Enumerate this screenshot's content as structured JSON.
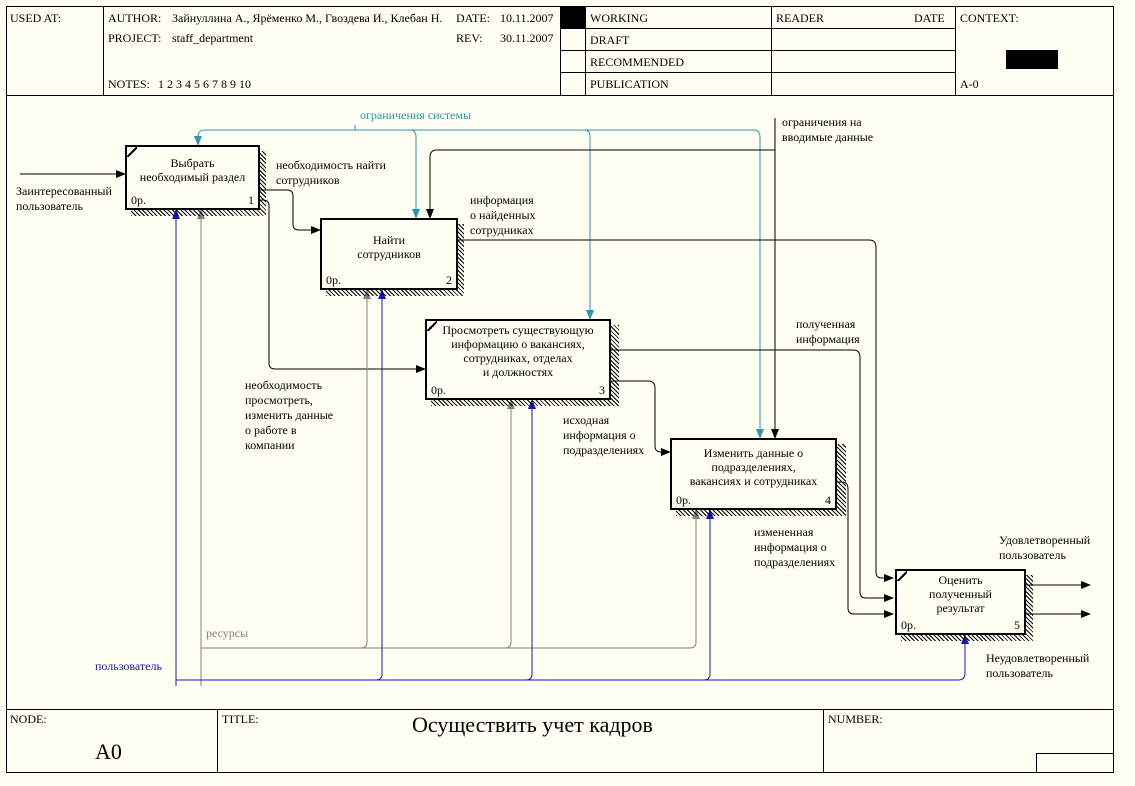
{
  "header": {
    "used_at": "USED AT:",
    "author_label": "AUTHOR:",
    "author_value": "Зайнуллина А., Ярёменко М., Гвоздева И., Клебан Н.",
    "project_label": "PROJECT:",
    "project_value": "staff_department",
    "notes_label": "NOTES:",
    "notes_value": "1  2  3  4  5  6  7  8  9  10",
    "date_label": "DATE:",
    "date_value": "10.11.2007",
    "rev_label": "REV:",
    "rev_value": "30.11.2007",
    "status": [
      "WORKING",
      "DRAFT",
      "RECOMMENDED",
      "PUBLICATION"
    ],
    "reader_label": "READER",
    "reader_date_label": "DATE",
    "context_label": "CONTEXT:",
    "context_node": "A-0"
  },
  "footer": {
    "node_label": "NODE:",
    "node_value": "A0",
    "title_label": "TITLE:",
    "title_value": "Осуществить учет кадров",
    "number_label": "NUMBER:"
  },
  "boxes": [
    {
      "title": "Выбрать\nнеобходимый раздел",
      "cost": "0р.",
      "num": "1"
    },
    {
      "title": "Найти\nсотрудников",
      "cost": "0р.",
      "num": "2"
    },
    {
      "title": "Просмотреть существующую\nинформацию о вакансиях,\nсотрудниках, отделах\nи должностях",
      "cost": "0р.",
      "num": "3"
    },
    {
      "title": "Изменить данные о\nподразделениях,\nвакансиях и сотрудниках",
      "cost": "0р.",
      "num": "4"
    },
    {
      "title": "Оценить\nполученный\nрезультат",
      "cost": "0р.",
      "num": "5"
    }
  ],
  "labels": {
    "controls_system": "ограничения системы",
    "controls_input": "ограничения на\nвводимые данные",
    "input_user": "Заинтересованный\nпользователь",
    "need_find": "необходимость найти\nсотрудников",
    "info_found": "информация\nо найденных\nсотрудниках",
    "need_view": "необходимость\nпросмотреть,\nизменить данные\nо работе в\nкомпании",
    "received_info": "полученная\nинформация",
    "source_info": "исходная\nинформация о\nподразделениях",
    "changed_info": "измененная\nинформация о\nподразделениях",
    "satisfied": "Удовлетворенный\nпользователь",
    "unsatisfied": "Неудовлетворенный\nпользователь",
    "resources": "ресурсы",
    "user": "пользователь"
  },
  "colors": {
    "control_teal": "#2a9aa8",
    "mechanism_blue": "#1414c8",
    "mechanism_gray": "#808080",
    "background": "#fffff4"
  }
}
